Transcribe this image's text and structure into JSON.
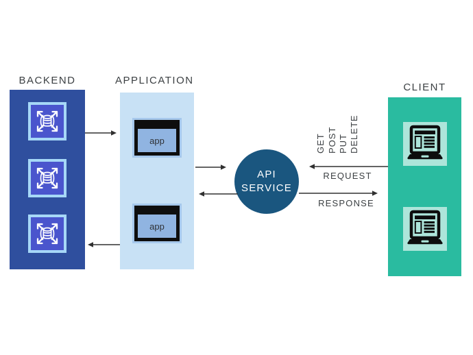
{
  "backend": {
    "title": "BACKEND",
    "panel_color": "#2F4F9E",
    "icon": "scale-out-database-icon",
    "icon_border_color": "#A6D8F7",
    "icon_fill_color": "#4A55CD"
  },
  "application": {
    "title": "APPLICATION",
    "panel_color": "#C8E1F5",
    "windows": [
      {
        "label": "app"
      },
      {
        "label": "app"
      }
    ],
    "window_screen_color": "#90B4E1"
  },
  "api_service": {
    "line1": "API",
    "line2": "SERVICE",
    "circle_color": "#1A567F",
    "text_color": "#FFFFFF"
  },
  "client": {
    "title": "CLIENT",
    "panel_color": "#2ABBA0",
    "icon": "laptop-icon",
    "icon_tile_color": "#ADE5DA"
  },
  "flow_labels": {
    "http_methods": [
      "GET",
      "POST",
      "PUT",
      "DELETE"
    ],
    "request": "REQUEST",
    "response": "RESPONSE"
  }
}
